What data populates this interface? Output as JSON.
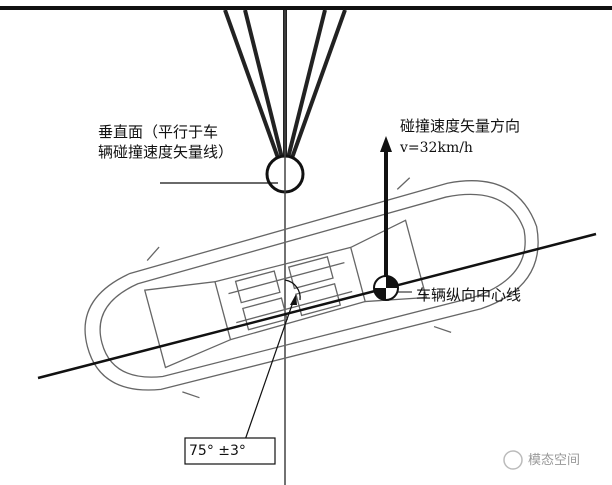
{
  "labels": {
    "vertical_plane_line1": "垂直面（平行于车",
    "vertical_plane_line2": "辆碰撞速度矢量线）",
    "impact_direction": "碰撞速度矢量方向",
    "speed": "v=32km/h",
    "centerline": "车辆纵向中心线",
    "angle": "75° ±3°"
  },
  "watermark": "模态空间"
}
